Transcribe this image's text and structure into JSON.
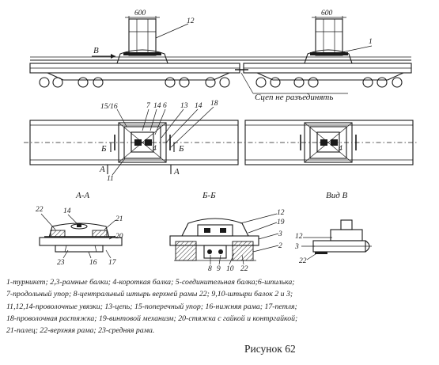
{
  "dimensions": {
    "left": "600",
    "right": "600"
  },
  "labels": {
    "n12_top": "12",
    "n1": "1",
    "arrow_b": "В",
    "n15_16": "15/16",
    "n7": "7",
    "n14a": "14",
    "n6": "6",
    "n13": "13",
    "n14b": "14",
    "n18": "18",
    "b_left": "Б",
    "b_right": "Б",
    "a_left": "А",
    "a_right": "А",
    "n11": "11",
    "n4_plan": "4",
    "n4_plan2": "4",
    "coupling_note": "Сцеп не разъединять"
  },
  "section_titles": {
    "aa": "А-А",
    "bb": "Б-Б",
    "view_b": "Вид В"
  },
  "section_aa_labels": {
    "n22": "22",
    "n14": "14",
    "n21": "21",
    "n20": "20",
    "n23": "23",
    "n16": "16",
    "n17": "17"
  },
  "section_bb_labels": {
    "n12": "12",
    "n19": "19",
    "n3": "3",
    "n2": "2",
    "n8": "8",
    "n9": "9",
    "n10": "10",
    "n22": "22"
  },
  "view_b_labels": {
    "n12": "12",
    "n3": "3",
    "n22": "22"
  },
  "legend": {
    "line1": "1-турникет; 2,3-рамные балки; 4-короткая балка; 5-соединительная балка;6-шпилька;",
    "line2": "7-продольный упор; 8-центральный штырь верхней рамы 22; 9,10-штыри балок 2 и 3;",
    "line3": "11,12,14-проволочные увязки; 13-цепь; 15-поперечный упор; 16-нижняя рама; 17-петля;",
    "line4": "18-проволочная растяжка; 19-винтовой механизм; 20-стяжка с гайкой и контргайкой;",
    "line5": "21-палец; 22-верхняя рама; 23-средняя рама."
  },
  "caption": "Рисунок 62"
}
